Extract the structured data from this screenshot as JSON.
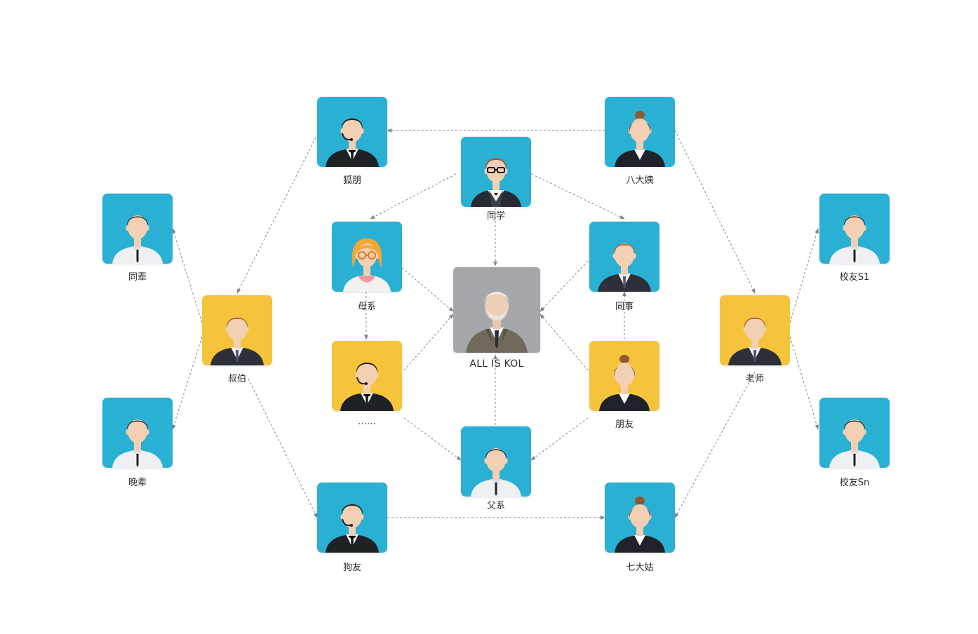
{
  "colors": {
    "tile_blue": "#29b0d3",
    "tile_yellow": "#f6c33c",
    "tile_gray": "#a5a7aa",
    "edge": "#7d8290"
  },
  "center": {
    "label": "ALL IS KOL"
  },
  "nodes": [
    {
      "id": "huyou",
      "label": "狐朋",
      "color": "blue",
      "avatar": "headset-man-icon"
    },
    {
      "id": "badayi",
      "label": "八大姨",
      "color": "blue",
      "avatar": "woman-icon"
    },
    {
      "id": "tongxue",
      "label": "同学",
      "color": "blue",
      "avatar": "glasses-man-icon"
    },
    {
      "id": "muxi",
      "label": "母系",
      "color": "blue",
      "avatar": "blonde-woman-icon"
    },
    {
      "id": "tongshi",
      "label": "同事",
      "color": "blue",
      "avatar": "businessman-icon"
    },
    {
      "id": "tongbei",
      "label": "同辈",
      "color": "blue",
      "avatar": "shirt-man-icon"
    },
    {
      "id": "shubo",
      "label": "叔伯",
      "color": "yellow",
      "avatar": "businessman-icon"
    },
    {
      "id": "dots",
      "label": "……",
      "color": "yellow",
      "avatar": "headset-man-icon"
    },
    {
      "id": "pengyou",
      "label": "朋友",
      "color": "yellow",
      "avatar": "woman-icon"
    },
    {
      "id": "laoshi",
      "label": "老师",
      "color": "yellow",
      "avatar": "businessman-icon"
    },
    {
      "id": "xiaoyou_s1",
      "label": "校友S1",
      "color": "blue",
      "avatar": "shirt-man-icon"
    },
    {
      "id": "wanbei",
      "label": "晚辈",
      "color": "blue",
      "avatar": "shirt-man-icon"
    },
    {
      "id": "xiaoyou_sn",
      "label": "校友Sn",
      "color": "blue",
      "avatar": "shirt-man-icon"
    },
    {
      "id": "fuxi",
      "label": "父系",
      "color": "blue",
      "avatar": "shirt-man-icon"
    },
    {
      "id": "gouyou",
      "label": "狗友",
      "color": "blue",
      "avatar": "headset-man-icon"
    },
    {
      "id": "qidagu",
      "label": "七大姑",
      "color": "blue",
      "avatar": "woman-icon"
    }
  ]
}
